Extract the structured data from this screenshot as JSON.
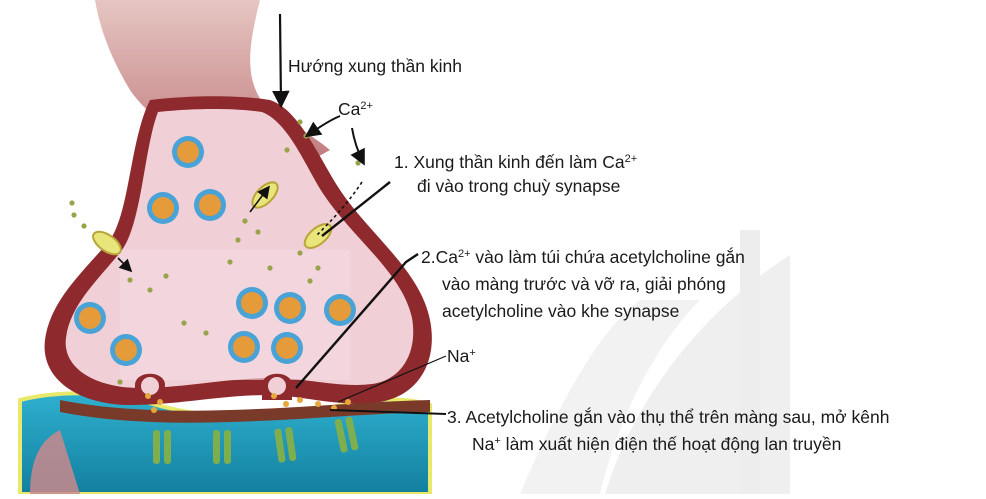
{
  "labels": {
    "direction": "Hướng xung thần kinh",
    "ca_base": "Ca",
    "ca_charge": "2+",
    "na_base": "Na",
    "na_charge": "+",
    "step1": {
      "num": "1.",
      "line1_a": "Xung thần kinh đến làm Ca",
      "line1_sup": "2+",
      "line2": "đi vào trong chuỳ synapse"
    },
    "step2": {
      "num": "2.",
      "line1_a": "Ca",
      "line1_sup": "2+",
      "line1_b": " vào làm túi chứa acetylcholine gắn",
      "line2": "vào màng trước và vỡ ra, giải phóng",
      "line3": "acetylcholine vào khe synapse"
    },
    "step3": {
      "num": "3.",
      "line1": "Acetylcholine gắn vào thụ thể trên màng sau, mở kênh",
      "line2_a": "Na",
      "line2_sup": "+",
      "line2_b": " làm xuất hiện điện thế hoạt động lan truyền"
    }
  },
  "colors": {
    "axon": "#c98f8f",
    "membrane": "#8e2a2e",
    "cytoplasm": "#f1cfd6",
    "vesicle_ring": "#4aa3d6",
    "vesicle_core": "#e69b3a",
    "channel": "#e8e57a",
    "postsynaptic": "#1d9cbf",
    "cleft": "#7a3a2a",
    "receptor": "#7fae4e",
    "watermark": "#e9e9e9"
  }
}
